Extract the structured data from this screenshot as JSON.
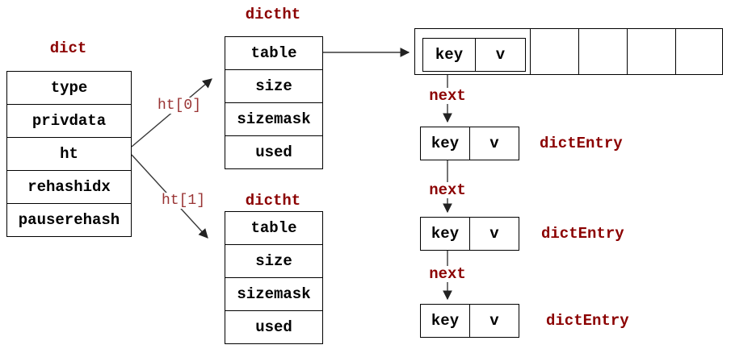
{
  "diagram": {
    "description": "Redis dict hash table data structure diagram",
    "colors": {
      "label_red": "#8b0000",
      "pointer_red": "#993333",
      "line": "#383838",
      "border": "#000000",
      "background": "#ffffff"
    },
    "dict": {
      "title": "dict",
      "fields": [
        "type",
        "privdata",
        "ht",
        "rehashidx",
        "pauserehash"
      ]
    },
    "dictht_top": {
      "title": "dictht",
      "fields": [
        "table",
        "size",
        "sizemask",
        "used"
      ]
    },
    "dictht_bottom": {
      "title": "dictht",
      "fields": [
        "table",
        "size",
        "sizemask",
        "used"
      ]
    },
    "pointers": {
      "ht0": "ht[0]",
      "ht1": "ht[1]"
    },
    "bucket_array": {
      "empty_cell_count": 4,
      "first_entry": {
        "key": "key",
        "value": "v"
      }
    },
    "chain": {
      "next_labels": [
        "next",
        "next",
        "next"
      ],
      "entries": [
        {
          "key": "key",
          "value": "v",
          "type_label": "dictEntry"
        },
        {
          "key": "key",
          "value": "v",
          "type_label": "dictEntry"
        },
        {
          "key": "key",
          "value": "v",
          "type_label": "dictEntry"
        }
      ]
    }
  }
}
